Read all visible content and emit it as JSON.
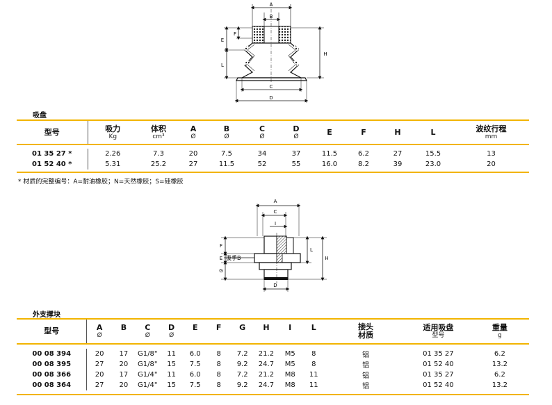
{
  "diagram1": {
    "labels": [
      "A",
      "B",
      "F",
      "E",
      "L",
      "H",
      "C",
      "D"
    ]
  },
  "section1": {
    "title": "吸盘",
    "headers": [
      {
        "main": "型号",
        "sub": ""
      },
      {
        "main": "吸力",
        "sub": "Kg"
      },
      {
        "main": "体积",
        "sub": "cm³"
      },
      {
        "main": "A",
        "sub": "Ø"
      },
      {
        "main": "B",
        "sub": "Ø"
      },
      {
        "main": "C",
        "sub": "Ø"
      },
      {
        "main": "D",
        "sub": "Ø"
      },
      {
        "main": "E",
        "sub": ""
      },
      {
        "main": "F",
        "sub": ""
      },
      {
        "main": "H",
        "sub": ""
      },
      {
        "main": "L",
        "sub": ""
      },
      {
        "main": "波纹行程",
        "sub": "mm"
      }
    ],
    "rows": [
      [
        "01 35 27 *",
        "2.26",
        "7.3",
        "20",
        "7.5",
        "34",
        "37",
        "11.5",
        "6.2",
        "27",
        "15.5",
        "13"
      ],
      [
        "01 52 40 *",
        "5.31",
        "25.2",
        "27",
        "11.5",
        "52",
        "55",
        "16.0",
        "8.2",
        "39",
        "23.0",
        "20"
      ]
    ],
    "note": "* 材质的完整编号：A=耐油橡胶；N=天然橡胶；S=硅橡胶"
  },
  "diagram2": {
    "labels": [
      "A",
      "C",
      "I",
      "F",
      "E",
      "G",
      "L",
      "H",
      "D"
    ],
    "wrench_label": "扳手B"
  },
  "section2": {
    "title": "外支撑块",
    "headers": [
      {
        "main": "型号",
        "sub": ""
      },
      {
        "main": "A",
        "sub": "Ø"
      },
      {
        "main": "B",
        "sub": ""
      },
      {
        "main": "C",
        "sub": "Ø"
      },
      {
        "main": "D",
        "sub": "Ø"
      },
      {
        "main": "E",
        "sub": ""
      },
      {
        "main": "F",
        "sub": ""
      },
      {
        "main": "G",
        "sub": ""
      },
      {
        "main": "H",
        "sub": ""
      },
      {
        "main": "I",
        "sub": ""
      },
      {
        "main": "L",
        "sub": ""
      },
      {
        "main": "接头",
        "sub": "材质"
      },
      {
        "main": "适用吸盘",
        "sub": "型号"
      },
      {
        "main": "重量",
        "sub": "g"
      }
    ],
    "rows": [
      [
        "00 08 394",
        "20",
        "17",
        "G1/8\"",
        "11",
        "6.0",
        "8",
        "7.2",
        "21.2",
        "M5",
        "8",
        "铝",
        "01 35 27",
        "6.2"
      ],
      [
        "00 08 395",
        "27",
        "20",
        "G1/8\"",
        "15",
        "7.5",
        "8",
        "9.2",
        "24.7",
        "M5",
        "8",
        "铝",
        "01 52 40",
        "13.2"
      ],
      [
        "00 08 366",
        "20",
        "17",
        "G1/4\"",
        "11",
        "6.0",
        "8",
        "7.2",
        "21.2",
        "M8",
        "11",
        "铝",
        "01 35 27",
        "6.2"
      ],
      [
        "00 08 364",
        "27",
        "20",
        "G1/4\"",
        "15",
        "7.5",
        "8",
        "9.2",
        "24.7",
        "M8",
        "11",
        "铝",
        "01 52 40",
        "13.2"
      ]
    ]
  }
}
